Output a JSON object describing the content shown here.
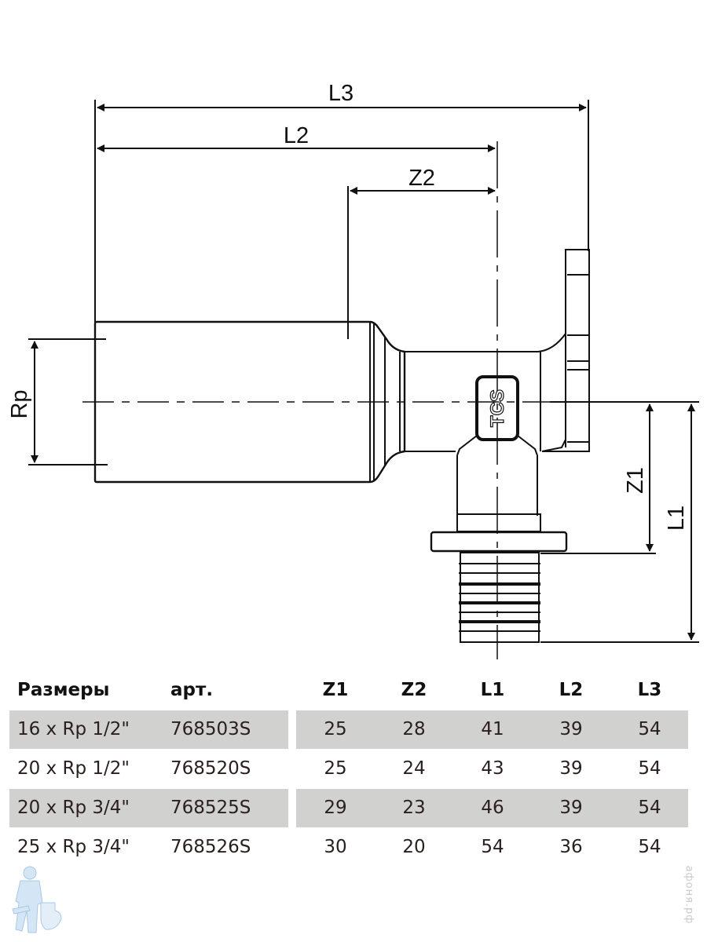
{
  "drawing": {
    "dimension_labels": {
      "L3": "L3",
      "L2": "L2",
      "Z2": "Z2",
      "Z1": "Z1",
      "L1": "L1",
      "Rp": "Rp"
    },
    "brand_mark": "TCS",
    "line_color": "#111111"
  },
  "table": {
    "headers": [
      "Размеры",
      "арт.",
      "Z1",
      "Z2",
      "L1",
      "L2",
      "L3"
    ],
    "rows": [
      {
        "size": "16 x Rp 1/2\"",
        "art": "768503S",
        "z1": "25",
        "z2": "28",
        "l1": "41",
        "l2": "39",
        "l3": "54",
        "shaded": true
      },
      {
        "size": "20 x Rp 1/2\"",
        "art": "768520S",
        "z1": "25",
        "z2": "24",
        "l1": "43",
        "l2": "39",
        "l3": "54",
        "shaded": false
      },
      {
        "size": "20 x Rp 3/4\"",
        "art": "768525S",
        "z1": "29",
        "z2": "23",
        "l1": "46",
        "l2": "39",
        "l3": "54",
        "shaded": true
      },
      {
        "size": "25 x Rp 3/4\"",
        "art": "768526S",
        "z1": "30",
        "z2": "20",
        "l1": "54",
        "l2": "36",
        "l3": "54",
        "shaded": false
      }
    ],
    "shade_color": "#d1d1cf"
  },
  "watermark": {
    "text": "афоня.рф",
    "mascot_icon": "plumber-mascot-icon"
  }
}
